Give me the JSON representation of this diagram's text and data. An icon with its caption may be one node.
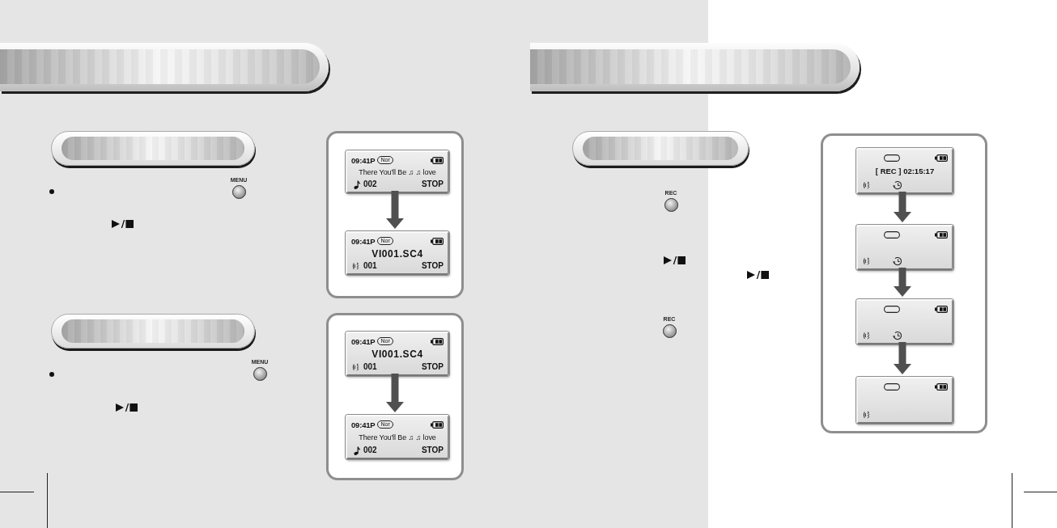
{
  "diagram": {
    "nodes": [
      {
        "text": [],
        "shape": "box"
      },
      {
        "text": [
          "09:41P",
          "Nor",
          "There You'll Be ♫ ♫ love",
          "002",
          "STOP"
        ],
        "in": 0
      },
      {
        "text": [
          "09:41P",
          "Nor",
          "VI001.SC4",
          "001",
          "STOP"
        ],
        "in": 0
      },
      {
        "text": [],
        "shape": "box"
      },
      {
        "text": [
          "09:41P",
          "Nor",
          "VI001.SC4",
          "001",
          "STOP"
        ],
        "in": 3
      },
      {
        "text": [
          "09:41P",
          "Nor",
          "There You'll Be ♫ ♫ love",
          "002",
          "STOP"
        ],
        "in": 3
      },
      {
        "text": [],
        "shape": "box"
      },
      {
        "text": [
          "[ REC ] 02:15:17"
        ],
        "in": 6
      },
      {
        "text": [],
        "shape": "box",
        "in": 6
      },
      {
        "text": [],
        "shape": "box",
        "in": 6
      },
      {
        "text": [],
        "shape": "box",
        "in": 6
      }
    ],
    "edges": [
      {
        "from": 1,
        "to": 2,
        "arrow": "to"
      },
      {
        "from": 4,
        "to": 5,
        "arrow": "to"
      },
      {
        "from": 7,
        "to": 8,
        "arrow": "to"
      },
      {
        "from": 8,
        "to": 9,
        "arrow": "to"
      },
      {
        "from": 9,
        "to": 10,
        "arrow": "to"
      }
    ],
    "labels": [
      "MENU",
      "MENU",
      "REC",
      "REC"
    ]
  }
}
